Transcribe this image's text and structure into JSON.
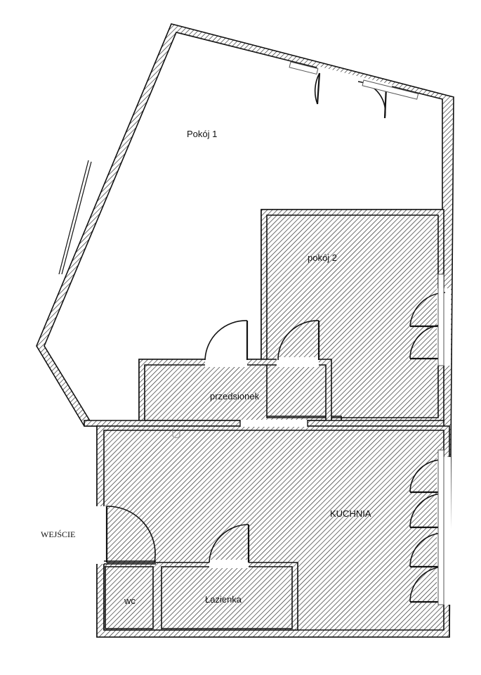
{
  "rooms": {
    "pokoj1": "Pokój 1",
    "pokoj2": "pokój 2",
    "przedsionek": "przedsionek",
    "kuchnia": "KUCHNIA",
    "wc": "wc",
    "lazienka": "Łazienka"
  },
  "entrance": "WEJŚCIE"
}
